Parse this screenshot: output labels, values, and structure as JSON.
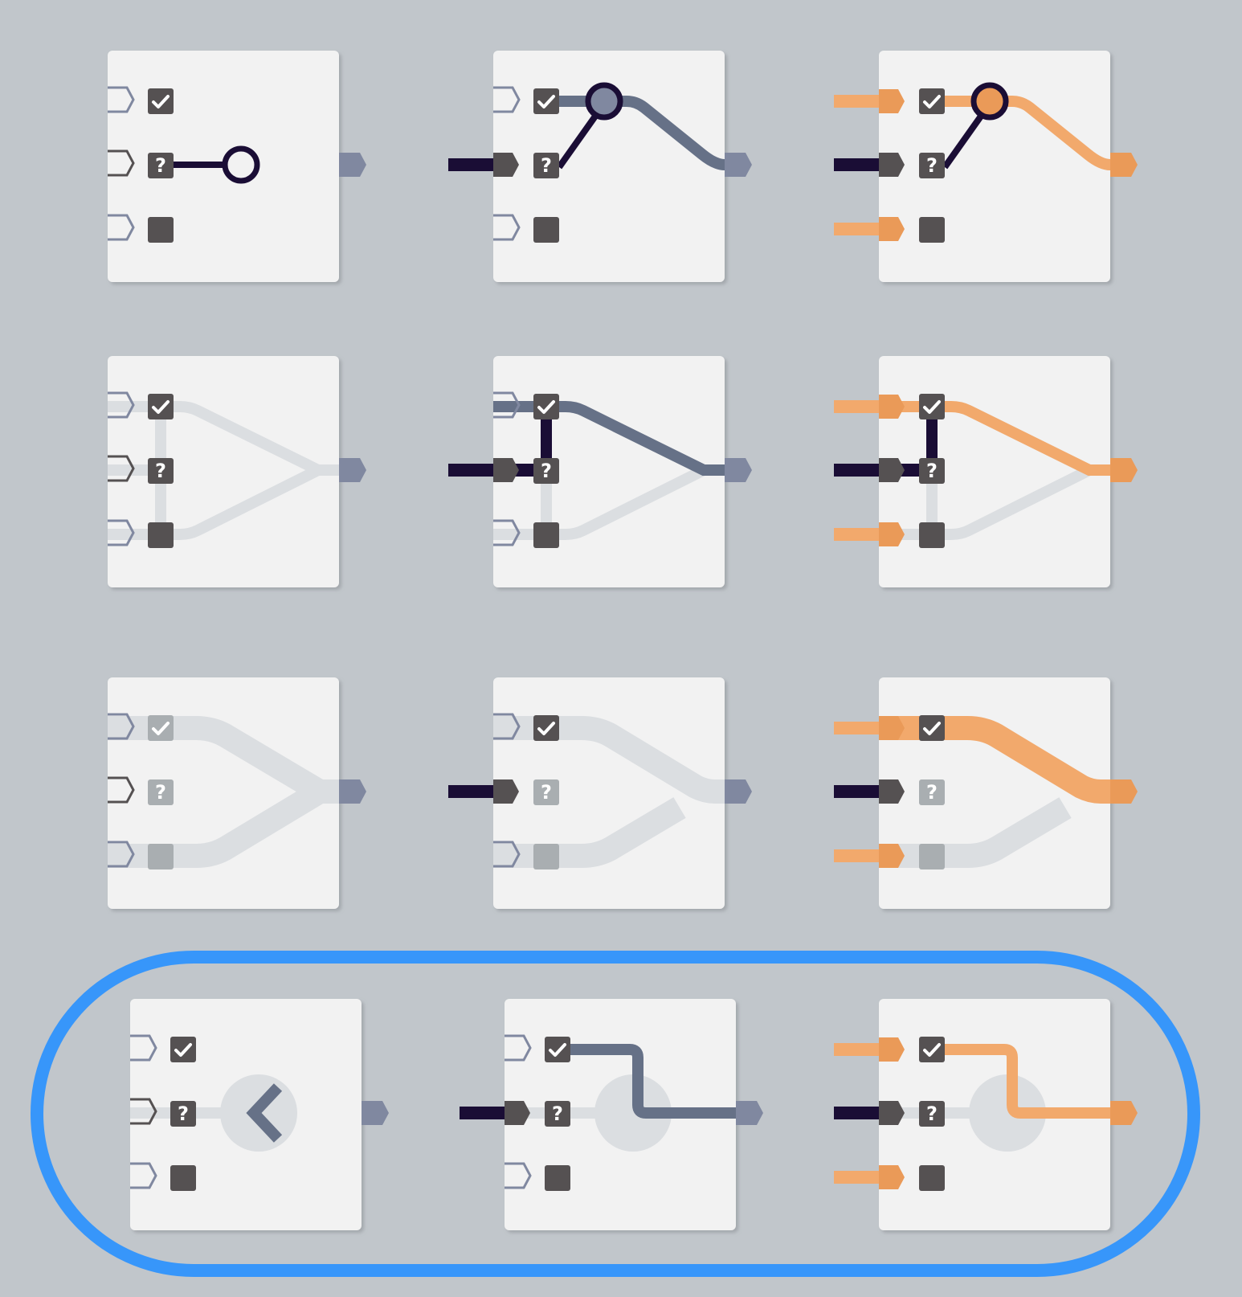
{
  "colors": {
    "background": "#c1c6cb",
    "card": "#f2f2f2",
    "card_shadow": "#9ea3a8",
    "port_dark": "#555152",
    "port_faded": "#a9aeb1",
    "wire_idle": "#dbdee1",
    "wire_active": "#667187",
    "output_port": "#8088a0",
    "control_wire": "#1a0d35",
    "signal_orange": "#f2a96c",
    "signal_orange_dark": "#ea9a58",
    "selection_ring": "#3796fa",
    "knob": "#dbdee1"
  },
  "port_labels": {
    "condition": "?"
  },
  "icons": {
    "true_input": "checkmark-icon",
    "condition_input": "question-mark-icon",
    "false_input": "square-icon",
    "output": "arrow-output-icon",
    "hinge": "pivot-circle-icon",
    "rotary": "chevron-knob-icon"
  },
  "grid": {
    "columns": [
      "unpowered",
      "condition-powered",
      "all-powered"
    ],
    "rows": [
      {
        "id": "lever-switch",
        "variants": [
          "idle",
          "condition-on",
          "signal-on"
        ]
      },
      {
        "id": "split-switch",
        "variants": [
          "idle",
          "condition-on",
          "signal-on"
        ]
      },
      {
        "id": "merge-switch",
        "variants": [
          "idle",
          "condition-on",
          "signal-on"
        ]
      },
      {
        "id": "rotary-switch",
        "variants": [
          "idle",
          "condition-on",
          "signal-on"
        ],
        "selected": true
      }
    ]
  }
}
